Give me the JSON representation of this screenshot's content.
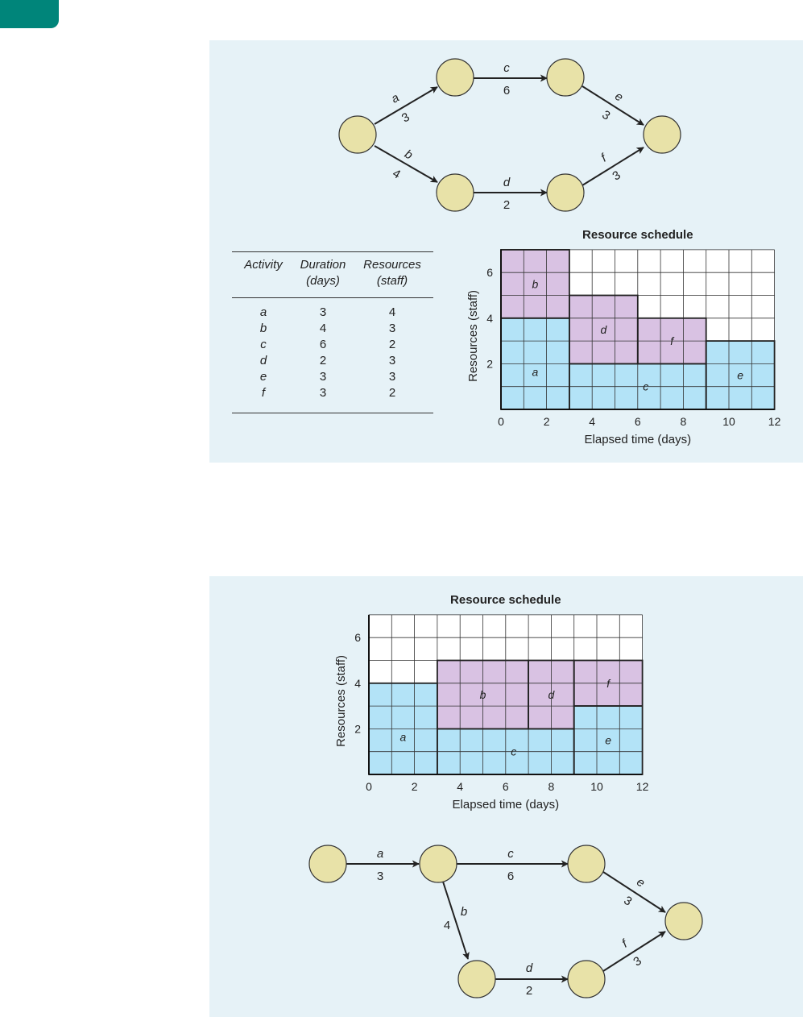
{
  "colors": {
    "panel_bg": "#e6f2f7",
    "tab": "#00857a",
    "node": "#e8e2a8",
    "blue": "#b3e3f7",
    "purple": "#d9c2e3"
  },
  "figure1": {
    "network": {
      "edges": [
        {
          "id": "a",
          "label": "a",
          "duration": "3"
        },
        {
          "id": "b",
          "label": "b",
          "duration": "4"
        },
        {
          "id": "c",
          "label": "c",
          "duration": "6"
        },
        {
          "id": "d",
          "label": "d",
          "duration": "2"
        },
        {
          "id": "e",
          "label": "e",
          "duration": "3"
        },
        {
          "id": "f",
          "label": "f",
          "duration": "3"
        }
      ]
    },
    "table": {
      "headers": [
        [
          "Activity"
        ],
        [
          "Duration",
          "(days)"
        ],
        [
          "Resources",
          "(staff)"
        ]
      ],
      "rows": [
        {
          "activity": "a",
          "duration": "3",
          "resources": "4"
        },
        {
          "activity": "b",
          "duration": "4",
          "resources": "3"
        },
        {
          "activity": "c",
          "duration": "6",
          "resources": "2"
        },
        {
          "activity": "d",
          "duration": "2",
          "resources": "3"
        },
        {
          "activity": "e",
          "duration": "3",
          "resources": "3"
        },
        {
          "activity": "f",
          "duration": "3",
          "resources": "2"
        }
      ]
    },
    "chart": {
      "title": "Resource schedule",
      "xlabel": "Elapsed time (days)",
      "ylabel": "Resources (staff)",
      "xlim": [
        0,
        12
      ],
      "ylim": [
        0,
        7
      ],
      "x_ticks": [
        "0",
        "2",
        "4",
        "6",
        "8",
        "10",
        "12"
      ],
      "y_ticks": [
        "2",
        "4",
        "6"
      ],
      "blocks": [
        {
          "label": "a",
          "start": 0,
          "end": 3,
          "base": 0,
          "staff": 4,
          "color": "blue"
        },
        {
          "label": "b",
          "start": 0,
          "end": 3,
          "base": 4,
          "staff": 3,
          "color": "purple"
        },
        {
          "label": "c",
          "start": 3,
          "end": 9,
          "base": 0,
          "staff": 2,
          "color": "blue"
        },
        {
          "label": "d",
          "start": 3,
          "end": 6,
          "base": 2,
          "staff": 3,
          "color": "purple"
        },
        {
          "label": "f",
          "start": 6,
          "end": 9,
          "base": 2,
          "staff": 2,
          "color": "purple"
        },
        {
          "label": "e",
          "start": 9,
          "end": 12,
          "base": 0,
          "staff": 3,
          "color": "blue"
        }
      ]
    }
  },
  "figure2": {
    "chart": {
      "title": "Resource schedule",
      "xlabel": "Elapsed time (days)",
      "ylabel": "Resources (staff)",
      "xlim": [
        0,
        12
      ],
      "ylim": [
        0,
        7
      ],
      "x_ticks": [
        "0",
        "2",
        "4",
        "6",
        "8",
        "10",
        "12"
      ],
      "y_ticks": [
        "2",
        "4",
        "6"
      ],
      "blocks": [
        {
          "label": "a",
          "start": 0,
          "end": 3,
          "base": 0,
          "staff": 4,
          "color": "blue"
        },
        {
          "label": "c",
          "start": 3,
          "end": 9,
          "base": 0,
          "staff": 2,
          "color": "blue"
        },
        {
          "label": "b",
          "start": 3,
          "end": 7,
          "base": 2,
          "staff": 3,
          "color": "purple"
        },
        {
          "label": "d",
          "start": 7,
          "end": 9,
          "base": 2,
          "staff": 3,
          "color": "purple"
        },
        {
          "label": "e",
          "start": 9,
          "end": 12,
          "base": 0,
          "staff": 3,
          "color": "blue"
        },
        {
          "label": "f",
          "start": 9,
          "end": 12,
          "base": 3,
          "staff": 2,
          "color": "purple"
        }
      ]
    },
    "network": {
      "edges": [
        {
          "id": "a",
          "label": "a",
          "duration": "3"
        },
        {
          "id": "b",
          "label": "b",
          "duration": "4"
        },
        {
          "id": "c",
          "label": "c",
          "duration": "6"
        },
        {
          "id": "d",
          "label": "d",
          "duration": "2"
        },
        {
          "id": "e",
          "label": "e",
          "duration": "3"
        },
        {
          "id": "f",
          "label": "f",
          "duration": "3"
        }
      ]
    }
  },
  "chart_data": [
    {
      "type": "bar",
      "title": "Resource schedule",
      "xlabel": "Elapsed time (days)",
      "ylabel": "Resources (staff)",
      "xlim": [
        0,
        12
      ],
      "ylim": [
        0,
        7
      ],
      "stacked_blocks": [
        {
          "activity": "a",
          "start": 0,
          "end": 3,
          "staff_from": 0,
          "staff_to": 4
        },
        {
          "activity": "b",
          "start": 0,
          "end": 3,
          "staff_from": 4,
          "staff_to": 7
        },
        {
          "activity": "c",
          "start": 3,
          "end": 9,
          "staff_from": 0,
          "staff_to": 2
        },
        {
          "activity": "d",
          "start": 3,
          "end": 6,
          "staff_from": 2,
          "staff_to": 5
        },
        {
          "activity": "f",
          "start": 6,
          "end": 9,
          "staff_from": 2,
          "staff_to": 4
        },
        {
          "activity": "e",
          "start": 9,
          "end": 12,
          "staff_from": 0,
          "staff_to": 3
        }
      ]
    },
    {
      "type": "bar",
      "title": "Resource schedule",
      "xlabel": "Elapsed time (days)",
      "ylabel": "Resources (staff)",
      "xlim": [
        0,
        12
      ],
      "ylim": [
        0,
        7
      ],
      "stacked_blocks": [
        {
          "activity": "a",
          "start": 0,
          "end": 3,
          "staff_from": 0,
          "staff_to": 4
        },
        {
          "activity": "c",
          "start": 3,
          "end": 9,
          "staff_from": 0,
          "staff_to": 2
        },
        {
          "activity": "b",
          "start": 3,
          "end": 7,
          "staff_from": 2,
          "staff_to": 5
        },
        {
          "activity": "d",
          "start": 7,
          "end": 9,
          "staff_from": 2,
          "staff_to": 5
        },
        {
          "activity": "e",
          "start": 9,
          "end": 12,
          "staff_from": 0,
          "staff_to": 3
        },
        {
          "activity": "f",
          "start": 9,
          "end": 12,
          "staff_from": 3,
          "staff_to": 5
        }
      ]
    }
  ]
}
